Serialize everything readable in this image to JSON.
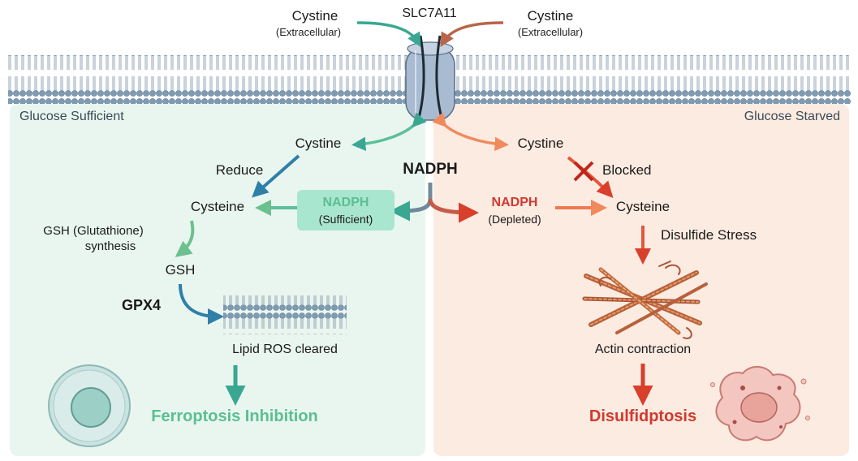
{
  "transporter": "SLC7A11",
  "extracellular_left": {
    "title": "Cystine",
    "sub": "(Extracellular)"
  },
  "extracellular_right": {
    "title": "Cystine",
    "sub": "(Extracellular)"
  },
  "left_panel": {
    "title": "Glucose Sufficient",
    "cystine": "Cystine",
    "reduce": "Reduce",
    "cysteine": "Cysteine",
    "gsh_synthesis": "GSH (Glutathione)",
    "gsh_synthesis_2": "synthesis",
    "gsh": "GSH",
    "gpx4": "GPX4",
    "lipid_ros": "Lipid ROS cleared",
    "outcome": "Ferroptosis Inhibition"
  },
  "center": {
    "nadph": "NADPH",
    "left_nadph": "NADPH",
    "left_nadph_sub": "(Sufficient)",
    "right_nadph": "NADPH",
    "right_nadph_sub": "(Depleted)"
  },
  "right_panel": {
    "title": "Glucose Starved",
    "cystine": "Cystine",
    "blocked": "Blocked",
    "cysteine": "Cysteine",
    "disulfide_stress": "Disulfide Stress",
    "actin": "Actin contraction",
    "outcome": "Disulfidptosis"
  },
  "colors": {
    "green_panel": "#e9f6ef",
    "red_panel": "#fcebe1",
    "green_text": "#5bbf93",
    "red_text": "#d23a2e",
    "teal_arrow": "#3aa792",
    "blue_arrow": "#2f7fa8",
    "orange_arrow": "#f08a5d",
    "red_arrow": "#d8402c",
    "membrane_head": "#7f9bb3",
    "transporter_fill": "#a9bbd1"
  },
  "icons": [
    "cell-icon",
    "fragmented-cell-icon",
    "actin-fiber-icon",
    "blocked-x-icon",
    "transporter-icon"
  ]
}
